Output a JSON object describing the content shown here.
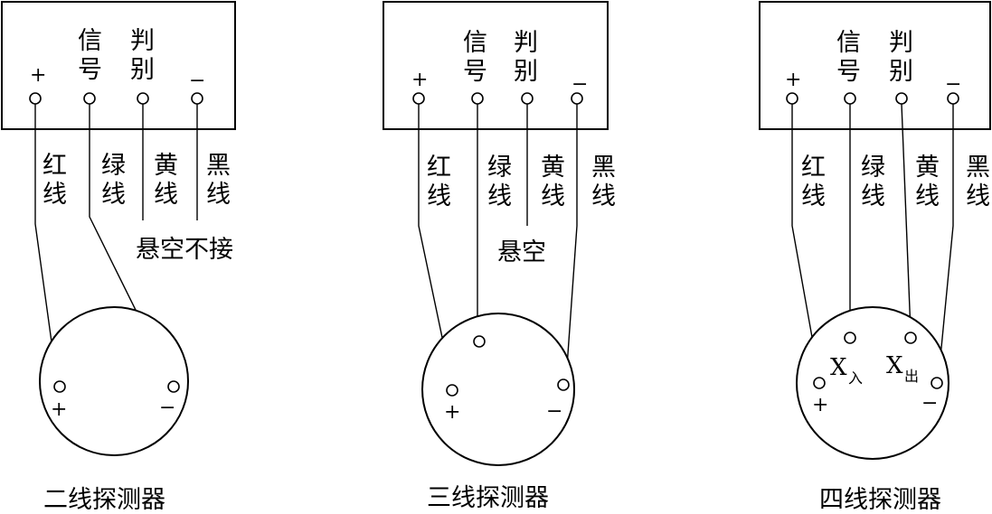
{
  "controller": {
    "plus": "+",
    "minus": "−",
    "signal": [
      "信",
      "号"
    ],
    "judge": [
      "判",
      "别"
    ]
  },
  "wires": {
    "red": [
      "红",
      "线"
    ],
    "green": [
      "绿",
      "线"
    ],
    "yellow": [
      "黄",
      "线"
    ],
    "black": [
      "黑",
      "线"
    ]
  },
  "detectors": [
    {
      "caption": "二线探测器",
      "note": "悬空不接",
      "plus": "+",
      "minus": "−"
    },
    {
      "caption": "三线探测器",
      "note": "悬空",
      "plus": "+",
      "minus": "−"
    },
    {
      "caption": "四线探测器",
      "note": "",
      "plus": "+",
      "minus": "−",
      "x_in": "X",
      "x_in_sub": "入",
      "x_out": "X",
      "x_out_sub": "出"
    }
  ]
}
